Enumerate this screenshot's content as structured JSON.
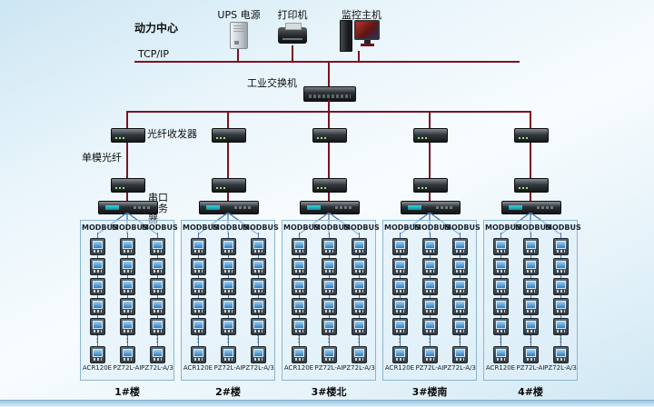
{
  "title": "动力中心",
  "header": {
    "tcpip_label": "TCP/IP",
    "devices": [
      {
        "label": "UPS 电源"
      },
      {
        "label": "打印机"
      },
      {
        "label": "监控主机"
      }
    ]
  },
  "switch_label": "工业交换机",
  "annotations": {
    "fiber_transceiver": "光纤收发器",
    "single_mode_fiber": "单模光纤",
    "serial_server": "串口服务器"
  },
  "bus_label": "MODBUS",
  "ellipsis": "⋮",
  "meter_models": [
    "ACR120E",
    "PZ72L-AI",
    "PZ72L-A/3"
  ],
  "groups": [
    {
      "name": "1#楼"
    },
    {
      "name": "2#楼"
    },
    {
      "name": "3#楼北"
    },
    {
      "name": "3#楼南"
    },
    {
      "name": "4#楼"
    }
  ],
  "columns_per_group": 3,
  "meters_per_column_shown": 6,
  "colors": {
    "backbone": "#7d1321",
    "bus": "#4474b0"
  }
}
